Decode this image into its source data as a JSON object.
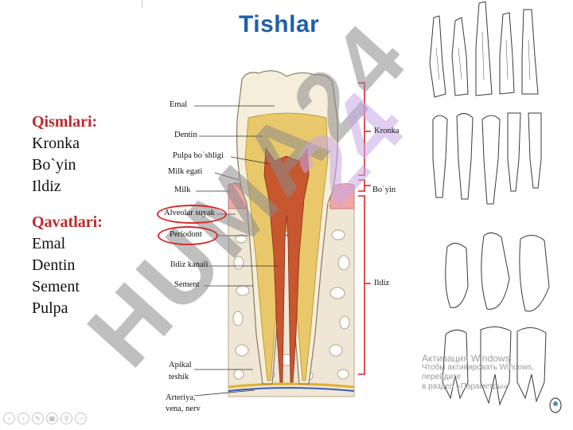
{
  "slide": {
    "title": "Tishlar",
    "parts_heading": "Qismlari:",
    "parts": [
      "Kronka",
      "Bo`yin",
      "Ildiz"
    ],
    "layers_heading": "Qavatlari:",
    "layers": [
      "Emal",
      "Dentin",
      "Sement",
      "Pulpa"
    ]
  },
  "diagram": {
    "labels_left": {
      "emal": "Emal",
      "dentin": "Dentin",
      "pulpa": "Pulpa bo`shligi",
      "milk_egati": "Milk egati",
      "milk": "Milk",
      "alveolar": "Alveolar suyak",
      "periodont": "Periodont",
      "kanal": "Ildiz kanali",
      "sement": "Sement",
      "apikal_1": "Apikal",
      "apikal_2": "teshik",
      "arteriya_1": "Arteriya,",
      "arteriya_2": "vena, nerv"
    },
    "labels_right": {
      "kronka": "Kronka",
      "boyin": "Bo`yin",
      "ildiz": "Ildiz"
    },
    "watermark_text": "HUMA24"
  },
  "os_watermark": {
    "line1": "Активация Windows",
    "line2": "Чтобы активировать Windows, перейдите",
    "line3": "в раздел «Параметры»."
  },
  "nav_icons": [
    "prev-icon",
    "next-icon",
    "pen-icon",
    "grid-icon",
    "zoom-icon",
    "more-icon"
  ],
  "colors": {
    "title": "#1f5fa8",
    "heading": "#c0282d",
    "bracket": "#d62828",
    "oval": "#d62828",
    "watermark": "#a0a0a0"
  }
}
